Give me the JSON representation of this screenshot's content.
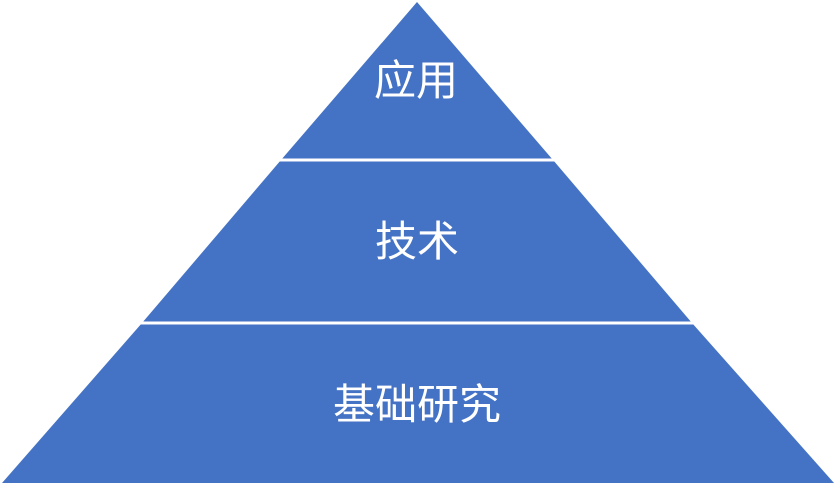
{
  "pyramid": {
    "fill_color": "#4472C4",
    "divider_color": "#FFFFFF",
    "tiers": [
      {
        "label": "应用"
      },
      {
        "label": "技术"
      },
      {
        "label": "基础研究"
      }
    ]
  }
}
